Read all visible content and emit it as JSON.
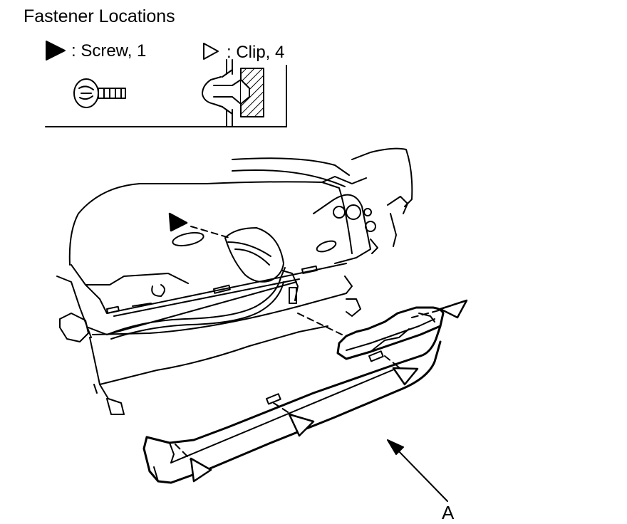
{
  "title": "Fastener Locations",
  "legend": {
    "screw": {
      "label": ": Screw, 1",
      "icon": "filled-triangle-icon"
    },
    "clip": {
      "label": ": Clip, 4",
      "icon": "outline-triangle-icon"
    }
  },
  "callout": {
    "label": "A"
  }
}
